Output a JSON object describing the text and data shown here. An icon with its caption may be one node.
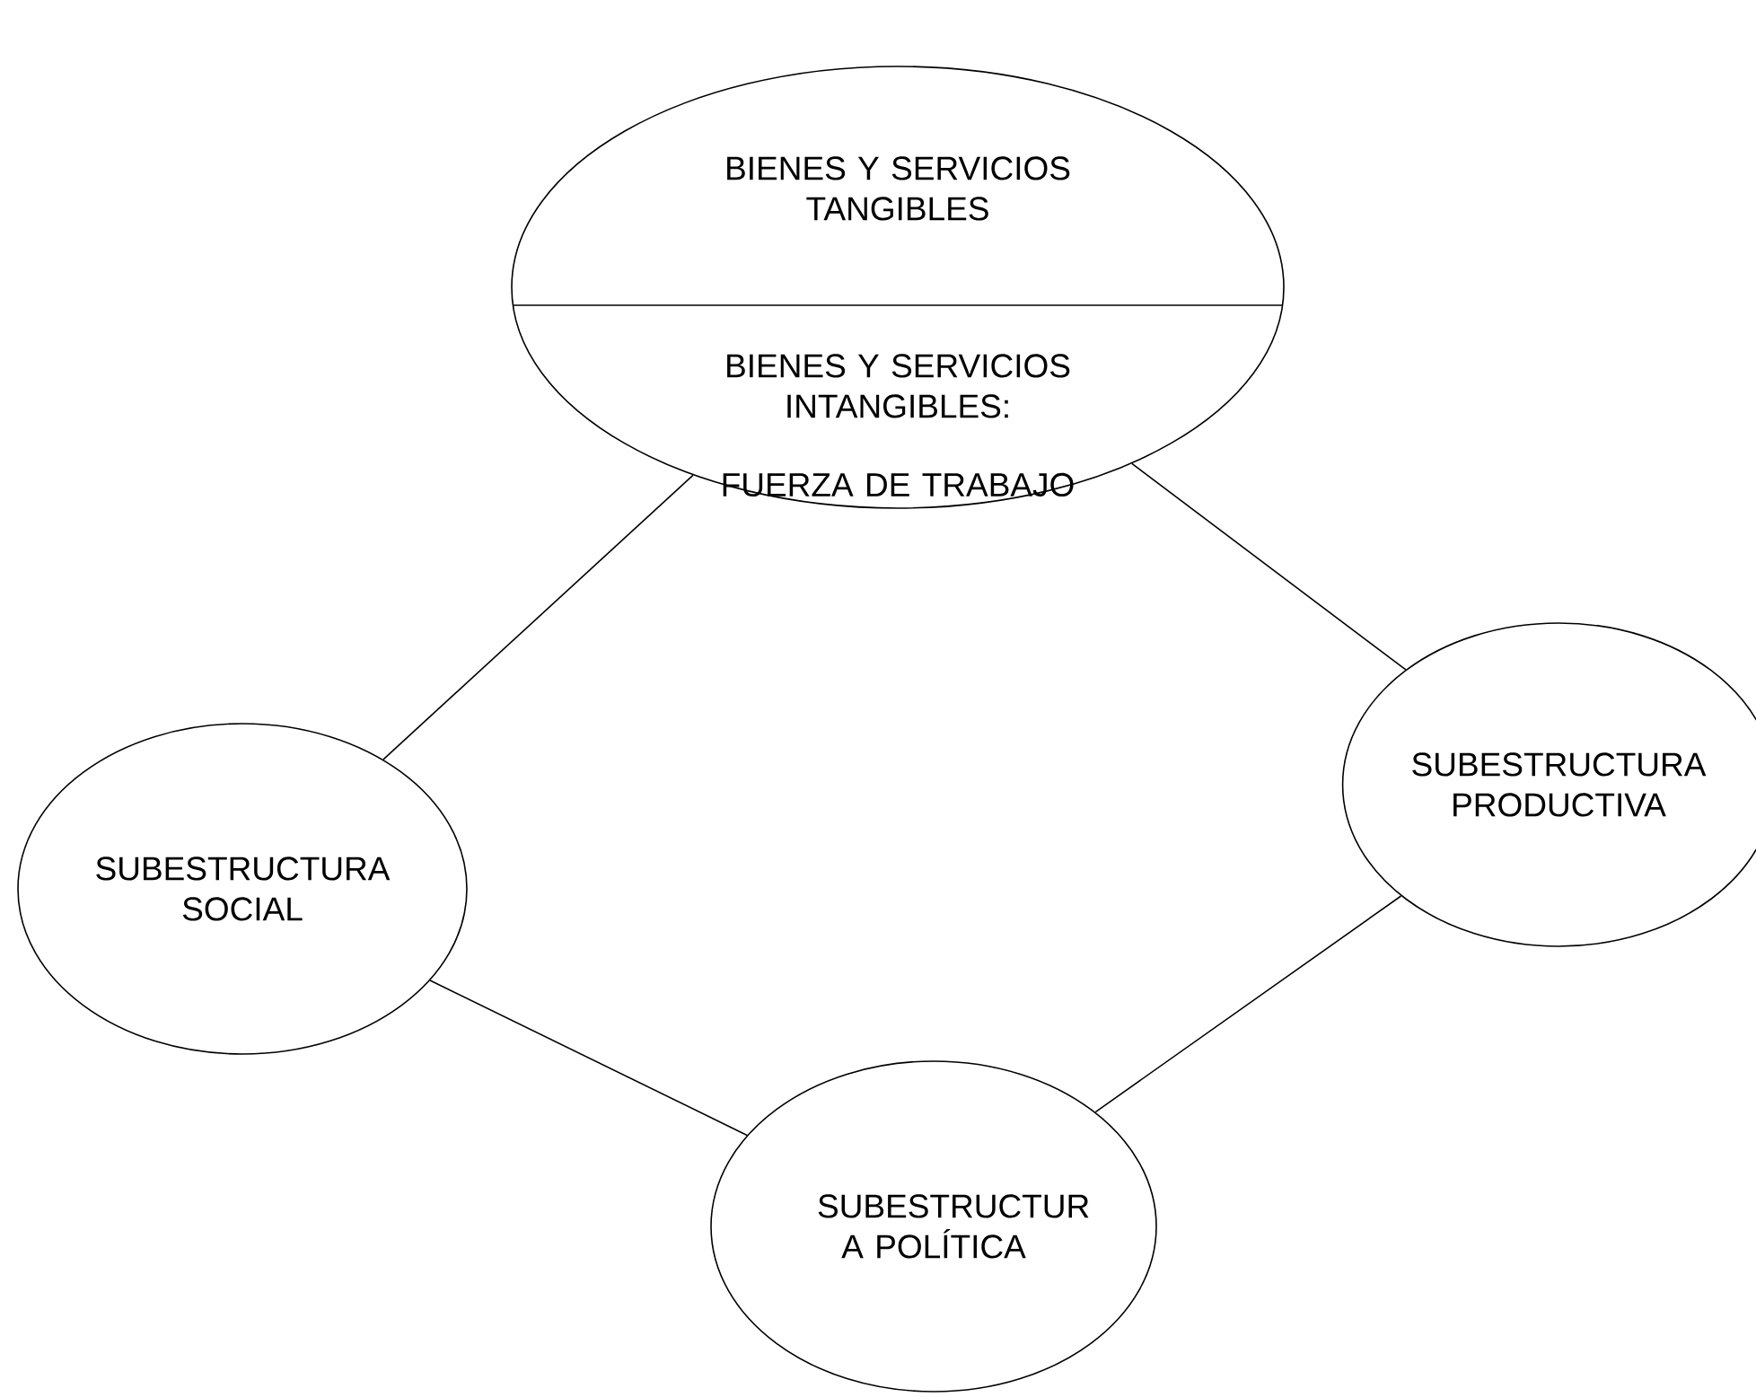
{
  "diagram": {
    "nodes": [
      {
        "text": [
          "BIENES Y SERVICIOS TANGIBLES",
          "BIENES Y SERVICIOS INTANGIBLES:",
          "FUERZA DE TRABAJO"
        ]
      },
      {
        "text": [
          "SUBESTRUCTURA PRODUCTIVA"
        ]
      },
      {
        "text": [
          "SUBESTRUCTURA SOCIAL"
        ]
      },
      {
        "text": [
          "SUBESTRUCTUR A POLÍTICA"
        ]
      }
    ],
    "edges": [
      {
        "from": 0,
        "to": 2,
        "arrow": "none"
      },
      {
        "from": 0,
        "to": 1,
        "arrow": "none"
      },
      {
        "from": 2,
        "to": 3,
        "arrow": "none"
      },
      {
        "from": 3,
        "to": 1,
        "arrow": "none"
      }
    ]
  }
}
